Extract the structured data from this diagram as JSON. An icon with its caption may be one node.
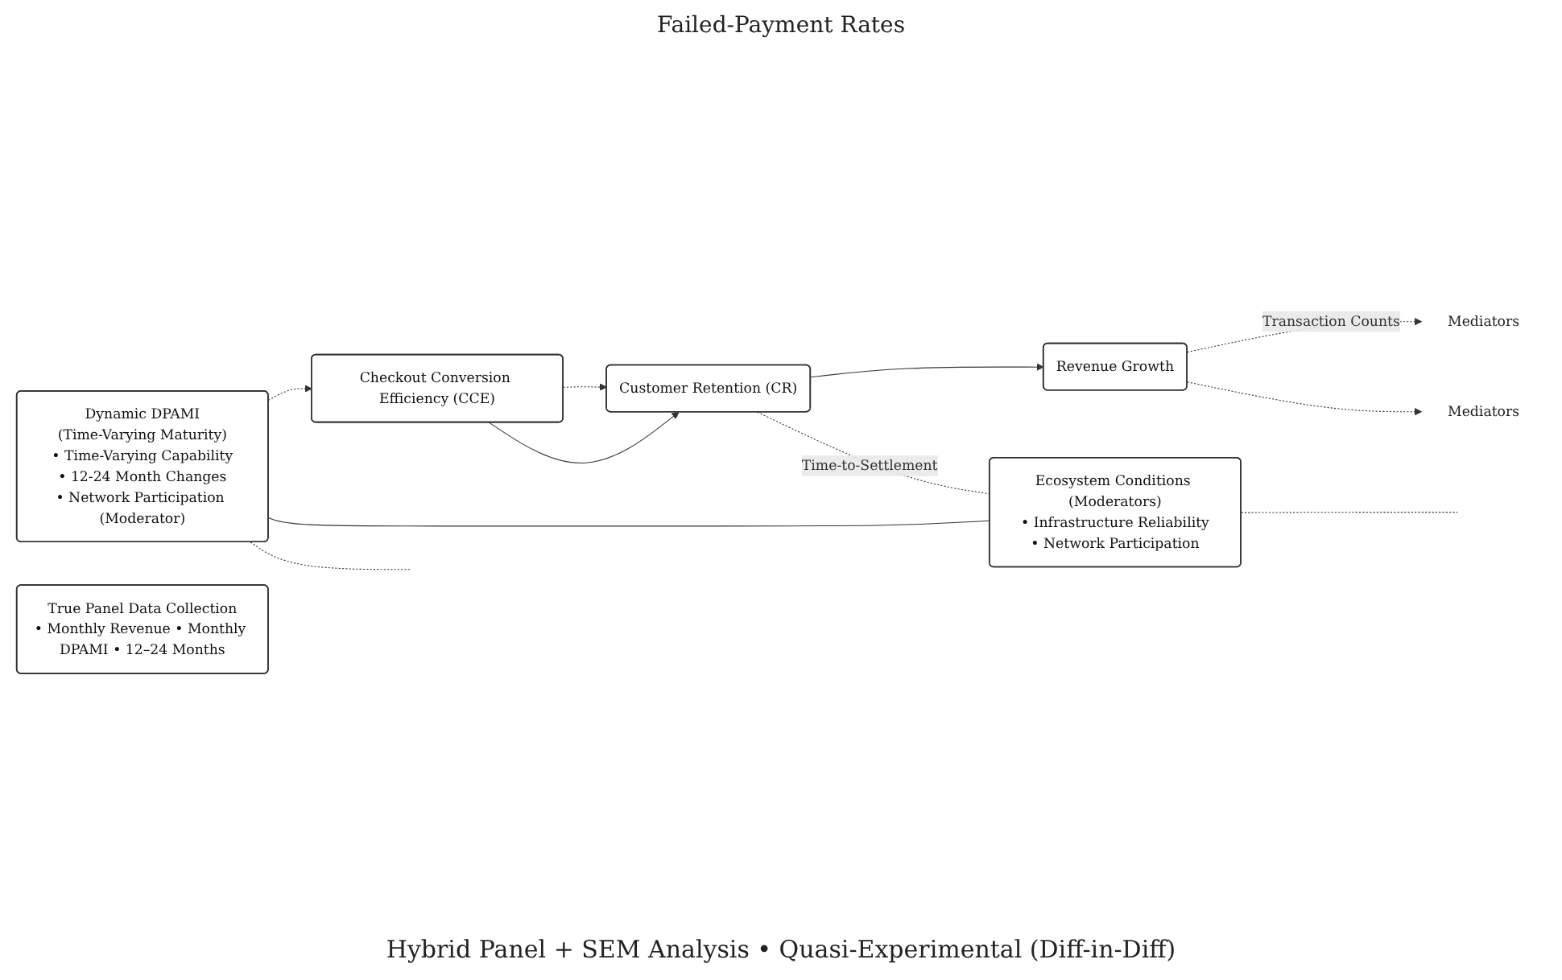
{
  "diagram": {
    "caption": "Hybrid Panel + SEM Analysis • Quasi-Experimental (Diff-in-Diff)",
    "nodes": [
      {
        "text": [
          "Dynamic DPAMI",
          "(Time-Varying Maturity)",
          "• Time-Varying Capability",
          "• 12-24 Month Changes",
          "• Network Participation (Moderator)"
        ]
      },
      {
        "text": [
          "Checkout Conversion Efficiency (CCE)"
        ]
      },
      {
        "text": [
          "Customer Retention (CR)"
        ]
      },
      {
        "text": [
          "Revenue Growth"
        ]
      },
      {
        "text": [
          "Ecosystem Conditions (Moderators)",
          "• Infrastructure Reliability",
          "• Network Participation"
        ]
      },
      {
        "text": [
          "True Panel Data Collection",
          "• Monthly Revenue • Monthly DPAMI • 12–24 Months"
        ]
      },
      {
        "text": [
          "Mediators"
        ]
      },
      {
        "text": [
          "Mediators"
        ]
      }
    ],
    "edges": [
      {
        "from": 0,
        "to": 1,
        "arrow": "to",
        "style": "dashed"
      },
      {
        "from": 1,
        "to": 2,
        "arrow": "to",
        "style": "dashed"
      },
      {
        "from": 1,
        "to": 2,
        "arrow": "to"
      },
      {
        "from": 2,
        "to": 3,
        "arrow": "to"
      },
      {
        "from": 0,
        "to": 4,
        "arrow": "none"
      },
      {
        "from": 2,
        "to": 4,
        "arrow": "none",
        "style": "dashed",
        "label": "Time-to-Settlement"
      },
      {
        "from": 3,
        "to": 6,
        "arrow": "to",
        "style": "dashed",
        "label": "Transaction Counts"
      },
      {
        "from": 3,
        "to": 7,
        "arrow": "to",
        "style": "dashed"
      },
      {
        "from": 0,
        "to": null,
        "arrow": "none",
        "style": "dashed"
      },
      {
        "from": 4,
        "to": null,
        "arrow": "none",
        "style": "dashed"
      }
    ],
    "labels": [
      "Failed-Payment Rates"
    ]
  }
}
